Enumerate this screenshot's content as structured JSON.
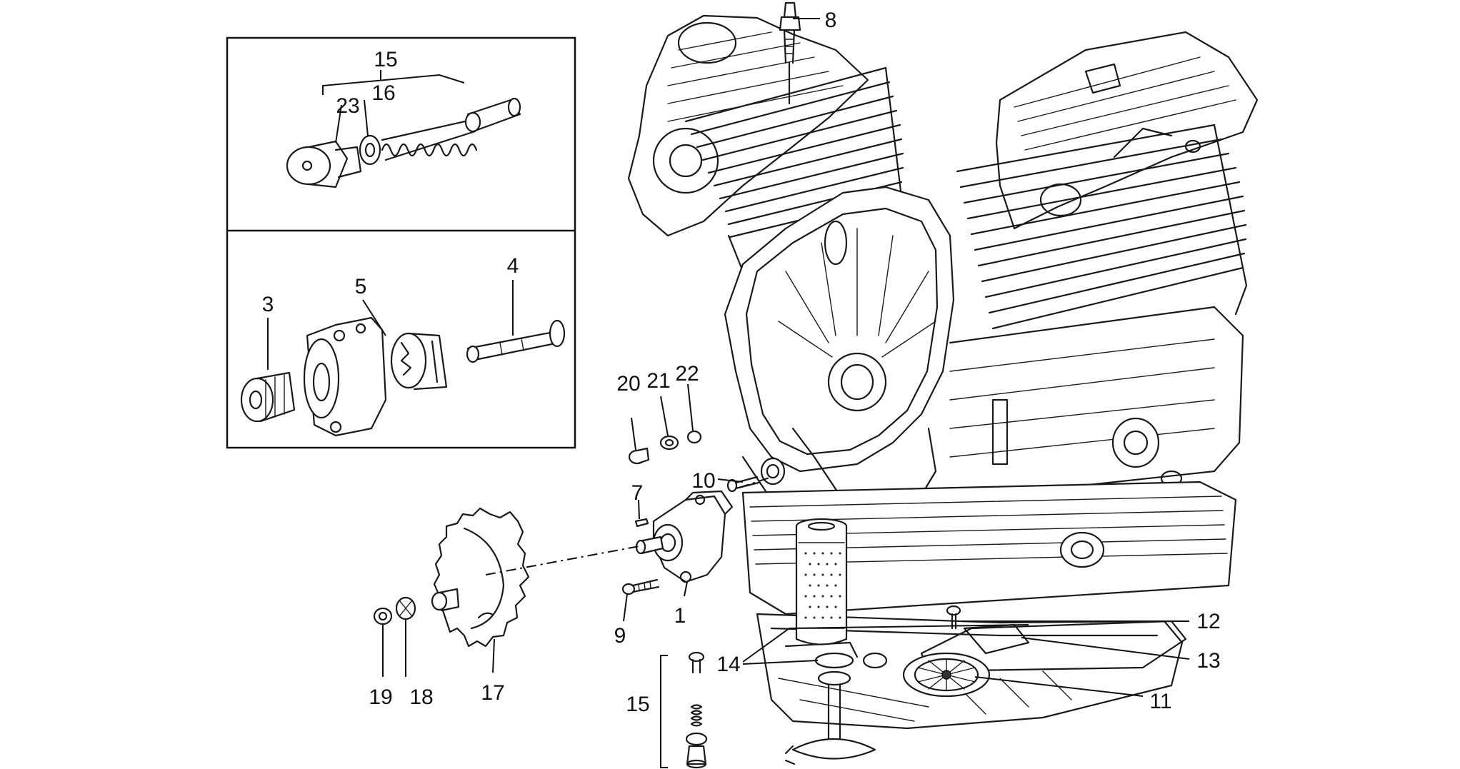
{
  "callouts": {
    "c1": "1",
    "c3": "3",
    "c4": "4",
    "c5": "5",
    "c7": "7",
    "c8": "8",
    "c9": "9",
    "c10": "10",
    "c11": "11",
    "c12": "12",
    "c13": "13",
    "c14": "14",
    "c15a": "15",
    "c15b": "15",
    "c16": "16",
    "c17": "17",
    "c18": "18",
    "c19": "19",
    "c20": "20",
    "c21": "21",
    "c22": "22",
    "c23": "23"
  }
}
